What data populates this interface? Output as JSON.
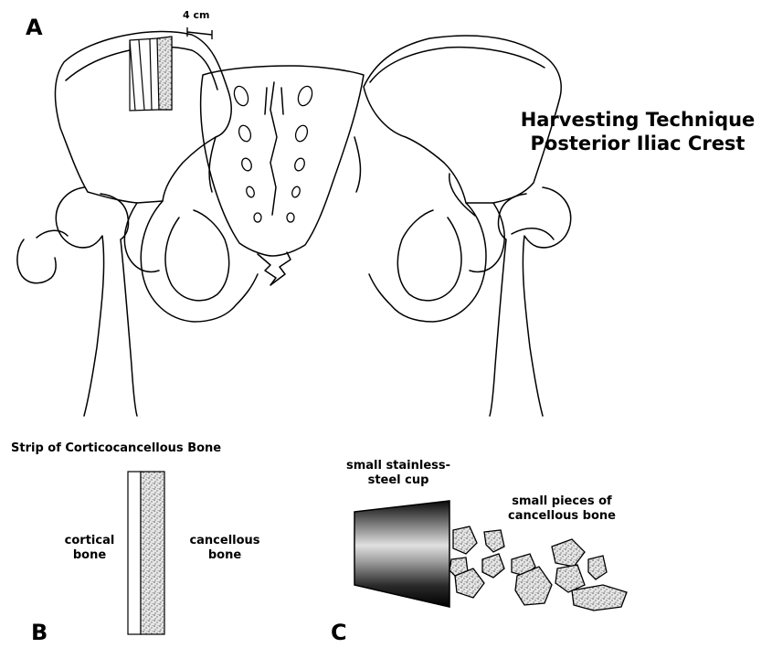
{
  "panel_a": {
    "letter": "A",
    "scale_label": "4 cm",
    "title_line1": "Harvesting Technique",
    "title_line2": "Posterior Iliac Crest"
  },
  "panel_b": {
    "letter": "B",
    "heading": "Strip of Corticocancellous Bone",
    "left_line1": "cortical",
    "left_line2": "bone",
    "right_line1": "cancellous",
    "right_line2": "bone"
  },
  "panel_c": {
    "letter": "C",
    "cup_line1": "small stainless-",
    "cup_line2": "steel cup",
    "pieces_line1": "small pieces of",
    "pieces_line2": "cancellous bone"
  }
}
